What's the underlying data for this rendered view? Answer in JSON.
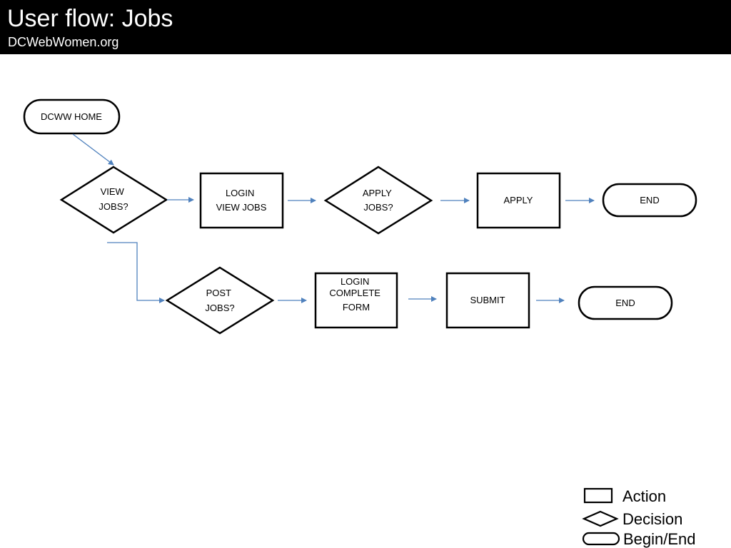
{
  "header": {
    "title": "User flow: Jobs",
    "subtitle": "DCWebWomen.org"
  },
  "nodes": {
    "home": [
      "DCWW HOME"
    ],
    "view_jobs": [
      "VIEW",
      "JOBS?"
    ],
    "login_view": [
      "LOGIN",
      "VIEW JOBS"
    ],
    "apply_jobs": [
      "APPLY",
      "JOBS?"
    ],
    "apply": [
      "APPLY"
    ],
    "end_top": [
      "END"
    ],
    "post_jobs": [
      "POST",
      "JOBS?"
    ],
    "login_form": [
      "LOGIN",
      "",
      "COMPLETE",
      "FORM"
    ],
    "submit": [
      "SUBMIT"
    ],
    "end_bottom": [
      "END"
    ]
  },
  "legend": {
    "action": "Action",
    "decision": "Decision",
    "begin_end": "Begin/End"
  },
  "colors": {
    "header_bg": "#000000",
    "connector": "#4f81bd",
    "shape_stroke": "#000000"
  }
}
